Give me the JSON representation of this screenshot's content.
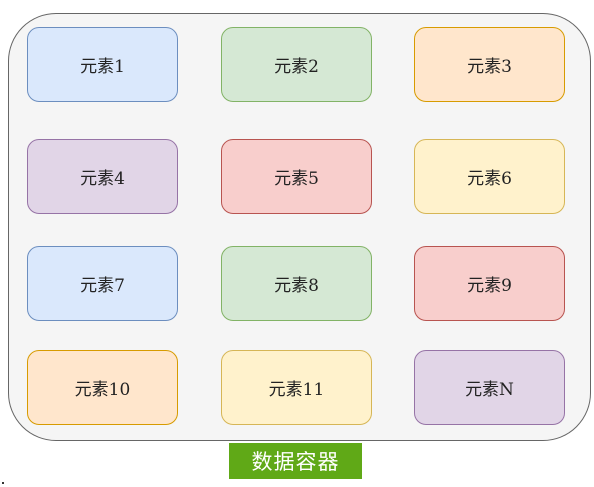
{
  "container": {
    "caption": "数据容器",
    "caption_color": "#60a917"
  },
  "elements": [
    {
      "label": "元素1",
      "fill": "#dae8fc",
      "stroke": "#6c8ebf"
    },
    {
      "label": "元素2",
      "fill": "#d5e8d4",
      "stroke": "#82b366"
    },
    {
      "label": "元素3",
      "fill": "#ffe6cc",
      "stroke": "#d79b00"
    },
    {
      "label": "元素4",
      "fill": "#e1d5e7",
      "stroke": "#9673a6"
    },
    {
      "label": "元素5",
      "fill": "#f8cecc",
      "stroke": "#b85450"
    },
    {
      "label": "元素6",
      "fill": "#fff2cc",
      "stroke": "#d6b656"
    },
    {
      "label": "元素7",
      "fill": "#dae8fc",
      "stroke": "#6c8ebf"
    },
    {
      "label": "元素8",
      "fill": "#d5e8d4",
      "stroke": "#82b366"
    },
    {
      "label": "元素9",
      "fill": "#f8cecc",
      "stroke": "#b85450"
    },
    {
      "label": "元素10",
      "fill": "#ffe6cc",
      "stroke": "#d79b00"
    },
    {
      "label": "元素11",
      "fill": "#fff2cc",
      "stroke": "#d6b656"
    },
    {
      "label": "元素N",
      "fill": "#e1d5e7",
      "stroke": "#9673a6"
    }
  ]
}
